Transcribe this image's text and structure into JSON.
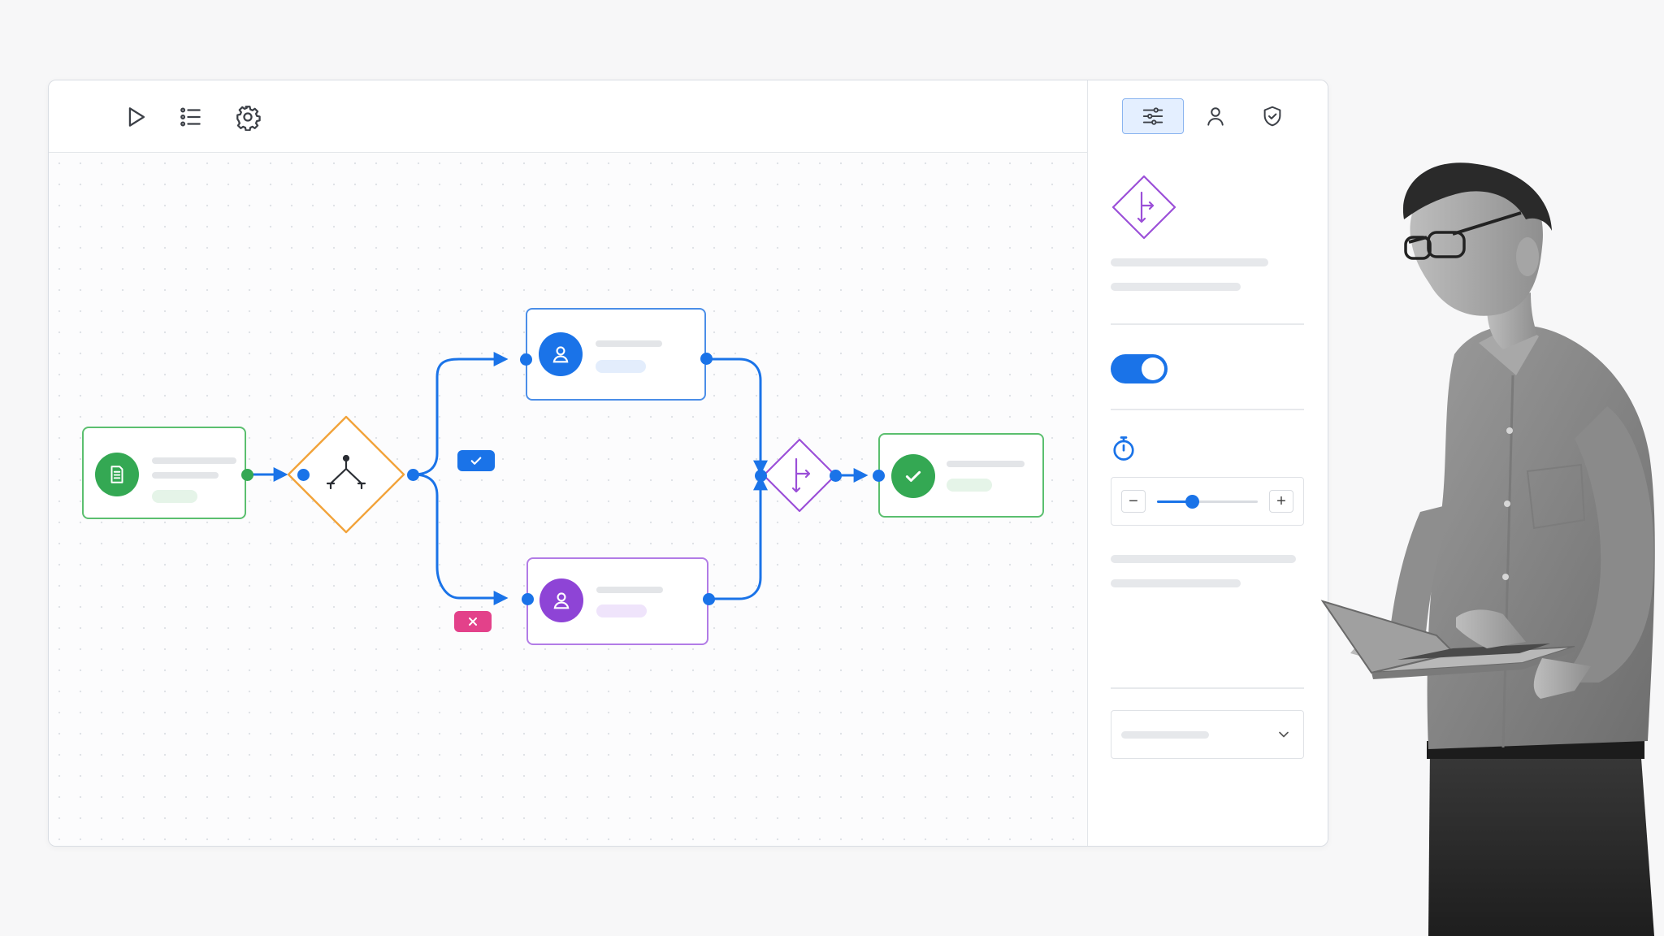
{
  "toolbar": {
    "tools": [
      {
        "name": "run-button",
        "icon": "play-icon"
      },
      {
        "name": "list-view-button",
        "icon": "list-icon"
      },
      {
        "name": "settings-button",
        "icon": "gear-icon"
      }
    ]
  },
  "sidebar": {
    "tabs": [
      {
        "name": "properties",
        "icon": "sliders-icon",
        "active": true
      },
      {
        "name": "assignee",
        "icon": "user-icon",
        "active": false
      },
      {
        "name": "permissions",
        "icon": "shield-icon",
        "active": false
      }
    ],
    "selected_node_icon": "merge-gateway-icon",
    "toggle_enabled": true,
    "timer_icon": "stopwatch-icon",
    "stepper": {
      "minus": "−",
      "plus": "+",
      "level": 0.35
    },
    "dropdown_icon": "chevron-down-icon"
  },
  "workflow": {
    "nodes": [
      {
        "id": "start",
        "kind": "task",
        "icon": "document-icon",
        "color": "#34a853"
      },
      {
        "id": "split",
        "kind": "gateway",
        "icon": "branch-gateway-icon",
        "color": "#f2a33a"
      },
      {
        "id": "approve",
        "kind": "user-task",
        "icon": "user-icon",
        "color": "#1a73e8"
      },
      {
        "id": "reject",
        "kind": "user-task",
        "icon": "user-icon",
        "color": "#8e44d6"
      },
      {
        "id": "merge",
        "kind": "gateway",
        "icon": "merge-gateway-icon",
        "color": "#9b4fd8"
      },
      {
        "id": "end",
        "kind": "task",
        "icon": "check-icon",
        "color": "#34a853"
      }
    ],
    "condition_badges": [
      {
        "icon": "check-icon",
        "color": "#1a73e8"
      },
      {
        "icon": "close-icon",
        "color": "#e3418a"
      }
    ],
    "connector_color": "#1a73e8"
  },
  "colors": {
    "accent": "#1a73e8",
    "success": "#34a853",
    "warning": "#f2a33a",
    "purple": "#8e44d6",
    "danger": "#e3418a"
  }
}
